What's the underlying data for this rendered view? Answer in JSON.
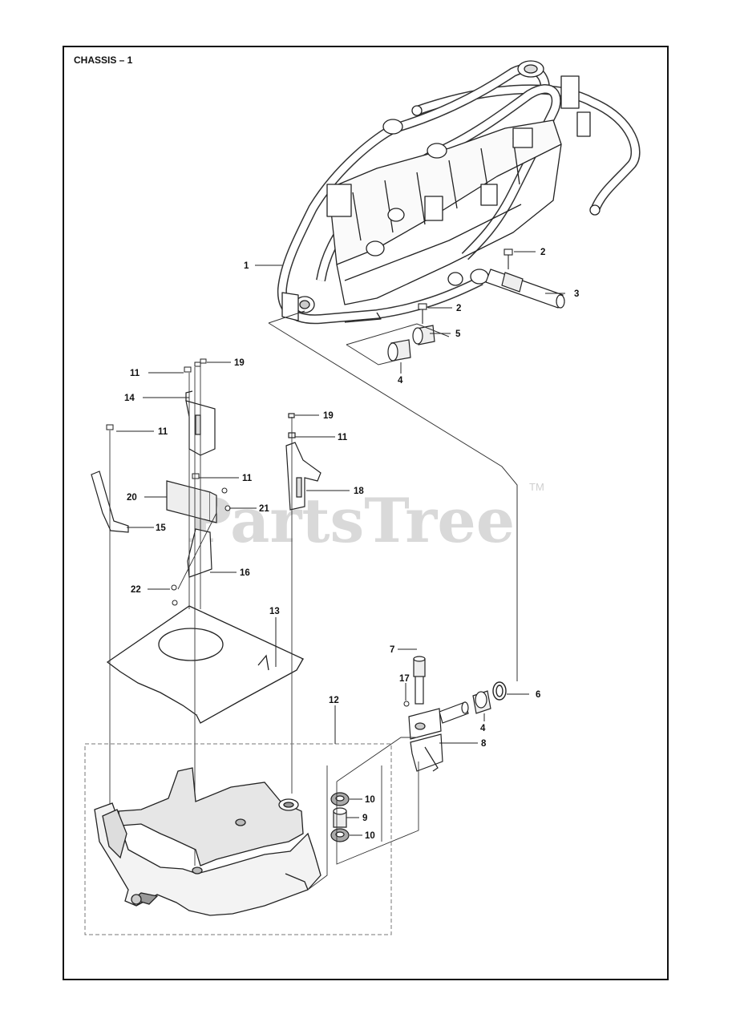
{
  "title": "CHASSIS – 1",
  "watermark": {
    "text": "PartsTree",
    "mark": "TM"
  },
  "callouts": [
    {
      "id": "c1",
      "label": "1"
    },
    {
      "id": "c2a",
      "label": "2"
    },
    {
      "id": "c2b",
      "label": "2"
    },
    {
      "id": "c3",
      "label": "3"
    },
    {
      "id": "c5",
      "label": "5"
    },
    {
      "id": "c4a",
      "label": "4"
    },
    {
      "id": "c11a",
      "label": "11"
    },
    {
      "id": "c19a",
      "label": "19"
    },
    {
      "id": "c14",
      "label": "14"
    },
    {
      "id": "c11b",
      "label": "11"
    },
    {
      "id": "c19b",
      "label": "19"
    },
    {
      "id": "c11c",
      "label": "11"
    },
    {
      "id": "c11d",
      "label": "11"
    },
    {
      "id": "c18",
      "label": "18"
    },
    {
      "id": "c20",
      "label": "20"
    },
    {
      "id": "c21",
      "label": "21"
    },
    {
      "id": "c15",
      "label": "15"
    },
    {
      "id": "c16",
      "label": "16"
    },
    {
      "id": "c22",
      "label": "22"
    },
    {
      "id": "c13",
      "label": "13"
    },
    {
      "id": "c7",
      "label": "7"
    },
    {
      "id": "c17",
      "label": "17"
    },
    {
      "id": "c6",
      "label": "6"
    },
    {
      "id": "c4b",
      "label": "4"
    },
    {
      "id": "c12",
      "label": "12"
    },
    {
      "id": "c8",
      "label": "8"
    },
    {
      "id": "c10a",
      "label": "10"
    },
    {
      "id": "c9",
      "label": "9"
    },
    {
      "id": "c10b",
      "label": "10"
    }
  ]
}
